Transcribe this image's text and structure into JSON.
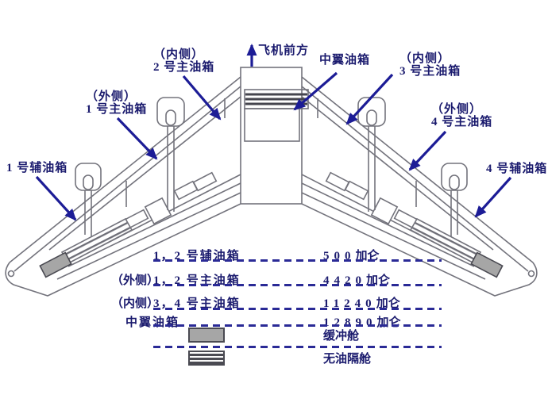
{
  "colors": {
    "text_accent": "#1b1b6e",
    "arrow_blue": "#1c1c96",
    "diagram_line": "#73737c",
    "buffer_fill": "#a6a6a6",
    "dash_line": "#2a2a96"
  },
  "diagram": {
    "front_label": "飞机前方",
    "center_tank_label": "中翼油箱",
    "labels": {
      "tank2_side": "（内侧）",
      "tank2_name": "2 号主油箱",
      "tank1_side": "（外侧）",
      "tank1_name": "1 号主油箱",
      "aux1_name": "1 号辅油箱",
      "tank3_side": "（内侧）",
      "tank3_name": "3 号主油箱",
      "tank4_side": "（外侧）",
      "tank4_name": "4 号主油箱",
      "aux4_name": "4 号辅油箱"
    }
  },
  "table": {
    "rows": [
      {
        "prefix": "",
        "label": "1，2 号辅油箱",
        "qty": "500",
        "unit": "加仑"
      },
      {
        "prefix": "（外侧）",
        "label": "1，2 号主油箱",
        "qty": "4420",
        "unit": "加仑"
      },
      {
        "prefix": "（内侧）",
        "label": "3，4 号主油箱",
        "qty": "11240",
        "unit": "加仑"
      },
      {
        "prefix": "",
        "label": "中翼油箱",
        "qty": "12890",
        "unit": "加仑"
      }
    ],
    "legend": [
      {
        "label": "缓冲舱",
        "swatch": "buffer-tank-swatch"
      },
      {
        "label": "无油隔舱",
        "swatch": "dry-bay-swatch"
      }
    ]
  }
}
